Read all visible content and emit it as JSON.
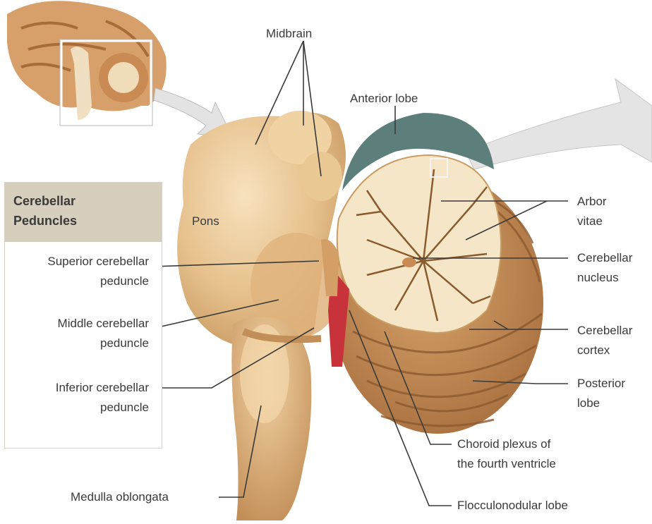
{
  "peduncles_box": {
    "title": "Cerebellar\nPeduncles",
    "items": [
      {
        "line1": "Superior cerebellar",
        "line2": "peduncle"
      },
      {
        "line1": "Middle cerebellar",
        "line2": "peduncle"
      },
      {
        "line1": "Inferior cerebellar",
        "line2": "peduncle"
      }
    ]
  },
  "labels": {
    "midbrain": "Midbrain",
    "anterior_lobe": "Anterior lobe",
    "pons": "Pons",
    "arbor_vitae": {
      "line1": "Arbor",
      "line2": "vitae"
    },
    "cerebellar_nucleus": {
      "line1": "Cerebellar",
      "line2": "nucleus"
    },
    "cerebellar_cortex": {
      "line1": "Cerebellar",
      "line2": "cortex"
    },
    "posterior_lobe": {
      "line1": "Posterior",
      "line2": "lobe"
    },
    "choroid_plexus": {
      "line1": "Choroid plexus of",
      "line2": "the fourth ventricle"
    },
    "flocculonodular_lobe": "Flocculonodular lobe",
    "medulla_oblongata": "Medulla oblongata"
  },
  "colors": {
    "brainstem": "#e9c796",
    "brainstem_shade": "#c99a62",
    "cerebellum_outer": "#c58c55",
    "white_matter": "#f6e6c8",
    "anterior_lobe": "#5d7f7b",
    "ventricle": "#c8323a",
    "arrow": "#e2e2e2"
  }
}
